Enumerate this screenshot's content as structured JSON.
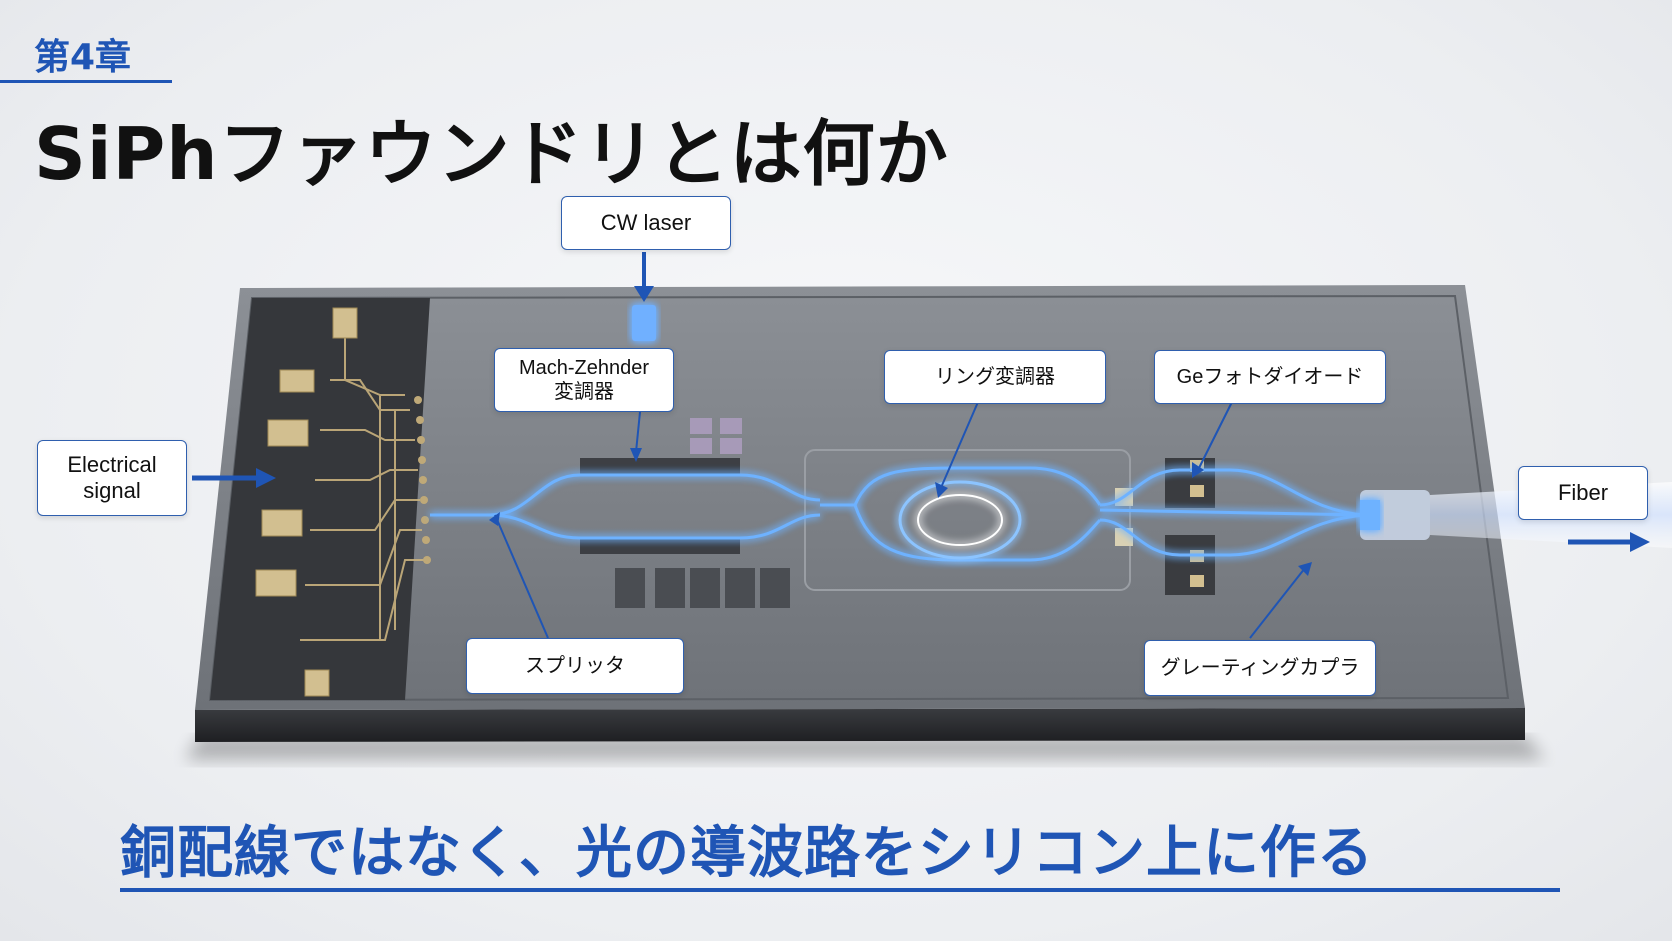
{
  "slide": {
    "chapter": "第4章",
    "title": "SiPhファウンドリとは何か",
    "subtitle": "銅配線ではなく、光の導波路をシリコン上に作る"
  },
  "labels": {
    "cw_laser": "CW laser",
    "mach_zehnder_line1": "Mach-Zehnder",
    "mach_zehnder_line2": "変調器",
    "ring_modulator": "リング変調器",
    "ge_photodiode": "Geフォトダイオード",
    "electrical_signal_line1": "Electrical",
    "electrical_signal_line2": "signal",
    "fiber": "Fiber",
    "splitter": "スプリッタ",
    "grating_coupler": "グレーティングカプラ"
  },
  "colors": {
    "accent": "#1f55b5",
    "waveguide_glow": "#5aa0ff",
    "chip_body": "#6b6f75",
    "pad_gold": "#cdb98a"
  },
  "icons": [
    "arrow-down-icon",
    "arrow-right-icon",
    "chip-illustration",
    "ring-resonator",
    "optical-fiber"
  ]
}
